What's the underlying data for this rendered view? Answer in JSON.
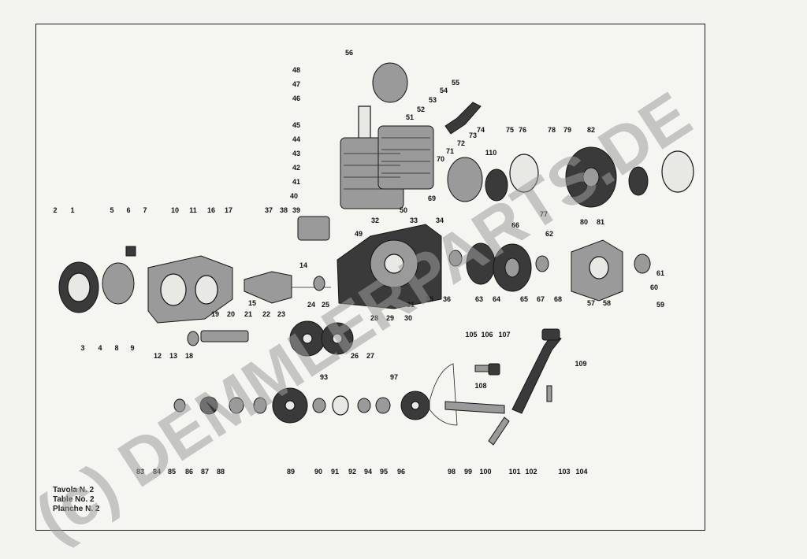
{
  "caption": {
    "line_it": "Tavola N. 2",
    "line_en": "Table No. 2",
    "line_fr": "Planche N. 2"
  },
  "watermark": "(c) DEMMLERPARTS.DE",
  "part_numbers": [
    "1",
    "2",
    "3",
    "4",
    "5",
    "6",
    "7",
    "8",
    "9",
    "10",
    "11",
    "12",
    "13",
    "14",
    "15",
    "16",
    "17",
    "18",
    "19",
    "20",
    "21",
    "22",
    "23",
    "24",
    "25",
    "26",
    "27",
    "28",
    "29",
    "30",
    "31",
    "32",
    "33",
    "34",
    "35",
    "36",
    "37",
    "38",
    "39",
    "40",
    "41",
    "42",
    "43",
    "44",
    "45",
    "46",
    "47",
    "48",
    "49",
    "50",
    "51",
    "52",
    "53",
    "54",
    "55",
    "56",
    "57",
    "58",
    "59",
    "60",
    "61",
    "62",
    "63",
    "64",
    "65",
    "66",
    "67",
    "68",
    "69",
    "70",
    "71",
    "72",
    "73",
    "74",
    "75",
    "76",
    "77",
    "78",
    "79",
    "80",
    "81",
    "82",
    "83",
    "84",
    "85",
    "86",
    "87",
    "88",
    "89",
    "90",
    "91",
    "92",
    "93",
    "94",
    "95",
    "96",
    "97",
    "98",
    "99",
    "100",
    "101",
    "102",
    "103",
    "104",
    "105",
    "106",
    "107",
    "108",
    "109",
    "110"
  ]
}
